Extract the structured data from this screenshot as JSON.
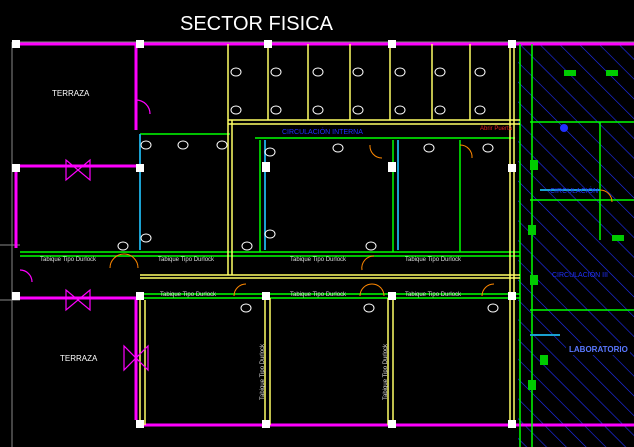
{
  "title": "SECTOR FISICA",
  "rooms": {
    "terraza_top": "TERRAZA",
    "terraza_bottom": "TERRAZA",
    "circulacion_interna": "CIRCULACIÓN INTERNA",
    "circulacion_right": "CIRCULACIÓN",
    "circulacion_iii": "CIRCULACIÓN III",
    "laboratorio": "LABORATORIO"
  },
  "notes": {
    "abrir_puerta": "Abrir Puerta",
    "partition": "Tabique Tipo Durlock"
  },
  "colors": {
    "background": "#000000",
    "exterior_wall": "#ff00ff",
    "partition": "#00ff00",
    "structure": "#ffff66",
    "door": "#ff8800",
    "hatch": "#2030ff",
    "fixture": "#ffffff"
  }
}
